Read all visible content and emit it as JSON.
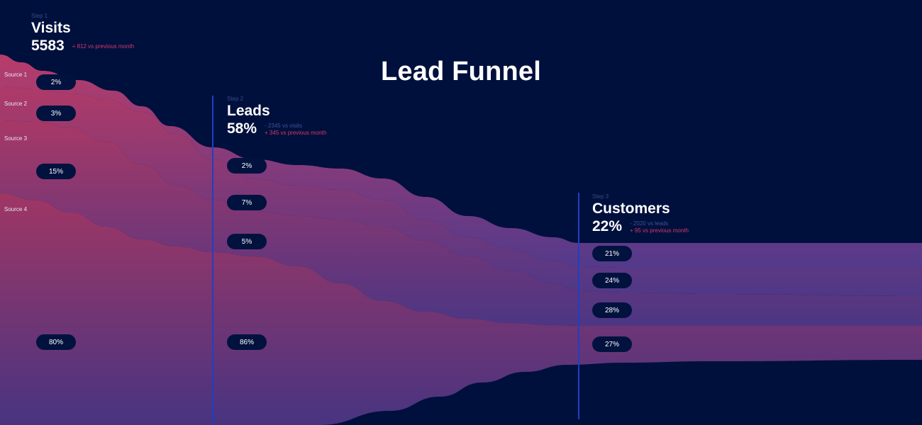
{
  "title": "Lead Funnel",
  "colors": {
    "background": "#00103d",
    "band_top": "#c8406e",
    "band_bottom": "#5a3d92",
    "divider": "#1f3fc2",
    "pill_bg": "#02123f",
    "negative_note": "#3f5299",
    "positive_note": "#d4386a"
  },
  "steps": [
    {
      "label": "Step 1",
      "name": "Visits",
      "value": "5583",
      "notes": [
        "+ 812 vs previous month"
      ]
    },
    {
      "label": "Step 2",
      "name": "Leads",
      "value": "58%",
      "notes": [
        "- 2345 vs visits",
        "+ 345 vs previous month"
      ]
    },
    {
      "label": "Step 3",
      "name": "Customers",
      "value": "22%",
      "notes": [
        "- 2020 vs leads",
        "+ 95 vs previous month"
      ]
    }
  ],
  "sources": [
    "Source 1",
    "Source 2",
    "Source 3",
    "Source 4"
  ],
  "chart_data": {
    "type": "area",
    "title": "Lead Funnel",
    "categories": [
      "Visits",
      "Leads",
      "Customers"
    ],
    "series": [
      {
        "name": "Source 1",
        "values": [
          2,
          2,
          21
        ]
      },
      {
        "name": "Source 2",
        "values": [
          3,
          7,
          24
        ]
      },
      {
        "name": "Source 3",
        "values": [
          15,
          5,
          28
        ]
      },
      {
        "name": "Source 4",
        "values": [
          80,
          86,
          27
        ]
      }
    ],
    "value_labels": [
      [
        "2%",
        "2%",
        "21%"
      ],
      [
        "3%",
        "7%",
        "24%"
      ],
      [
        "15%",
        "5%",
        "28%"
      ],
      [
        "80%",
        "86%",
        "27%"
      ]
    ]
  }
}
